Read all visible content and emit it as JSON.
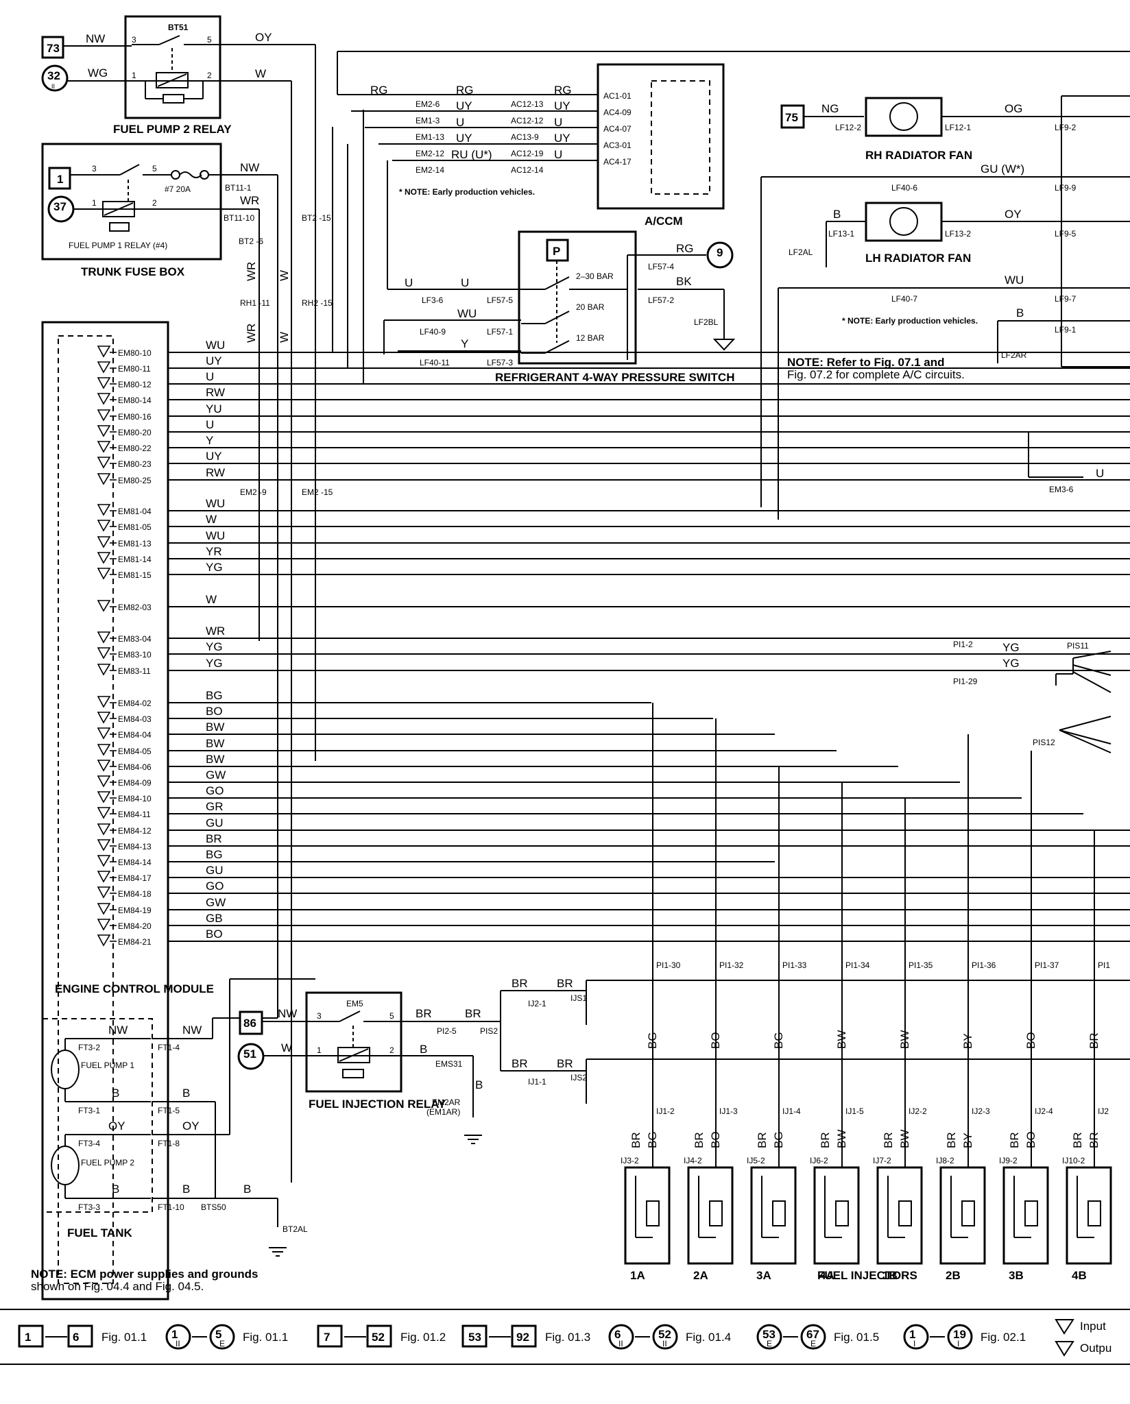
{
  "components": {
    "fp2_relay": {
      "title": "FUEL PUMP 2 RELAY",
      "id": "BT51",
      "pins": [
        "3",
        "5",
        "1",
        "2"
      ]
    },
    "trunk_fuse_box": {
      "title": "TRUNK FUSE BOX",
      "fuse": "#7 20A",
      "relay": "FUEL PUMP 1 RELAY (#4)",
      "pins": [
        "3",
        "5",
        "1",
        "2"
      ]
    },
    "ecm": {
      "title": "ENGINE CONTROL MODULE"
    },
    "accm": {
      "title": "A/CCM"
    },
    "pressure_switch": {
      "title": "REFRIGERANT 4-WAY PRESSURE SWITCH",
      "symbol": "P",
      "bars": [
        "2–30 BAR",
        "20 BAR",
        "12 BAR"
      ]
    },
    "rh_fan": {
      "title": "RH RADIATOR FAN"
    },
    "lh_fan": {
      "title": "LH RADIATOR FAN"
    },
    "fi_relay": {
      "title": "FUEL INJECTION RELAY",
      "id": "EM5",
      "pins": [
        "3",
        "5",
        "1",
        "2"
      ]
    },
    "fuel_tank": {
      "title": "FUEL TANK",
      "pump1": "FUEL PUMP 1",
      "pump2": "FUEL PUMP 2"
    },
    "injectors": {
      "title": "FUEL INJECTORS",
      "labels": [
        "1A",
        "2A",
        "3A",
        "4A",
        "1B",
        "2B",
        "3B",
        "4B"
      ]
    }
  },
  "refs": {
    "r73": "73",
    "r32": "32",
    "r1": "1",
    "r37": "37",
    "r75": "75",
    "r9": "9",
    "r86": "86",
    "r51": "51",
    "roman": "II"
  },
  "ecm_pins": [
    "EM80-10",
    "EM80-11",
    "EM80-12",
    "EM80-14",
    "EM80-16",
    "EM80-20",
    "EM80-22",
    "EM80-23",
    "EM80-25",
    "EM81-04",
    "EM81-05",
    "EM81-13",
    "EM81-14",
    "EM81-15",
    "EM82-03",
    "EM83-04",
    "EM83-10",
    "EM83-11",
    "EM84-02",
    "EM84-03",
    "EM84-04",
    "EM84-05",
    "EM84-06",
    "EM84-09",
    "EM84-10",
    "EM84-11",
    "EM84-12",
    "EM84-13",
    "EM84-14",
    "EM84-17",
    "EM84-18",
    "EM84-19",
    "EM84-20",
    "EM84-21"
  ],
  "ecm_wires": [
    "WU",
    "UY",
    "U",
    "RW",
    "YU",
    "U",
    "Y",
    "UY",
    "RW",
    "WU",
    "W",
    "WU",
    "YR",
    "YG",
    "W",
    "WR",
    "YG",
    "YG",
    "BG",
    "BO",
    "BW",
    "BW",
    "BW",
    "GW",
    "GO",
    "GR",
    "GU",
    "BR",
    "BG",
    "GU",
    "GO",
    "GW",
    "GB",
    "BO"
  ],
  "wire_labels": {
    "nw": "NW",
    "wg": "WG",
    "oy": "OY",
    "w": "W",
    "wr": "WR",
    "rg": "RG",
    "uy": "UY",
    "u": "U",
    "ru": "RU (U*)",
    "gu_w": "GU (W*)",
    "og": "OG",
    "ng": "NG",
    "b": "B",
    "bk": "BK",
    "wu": "WU",
    "y": "Y",
    "yg": "YG",
    "br": "BR"
  },
  "connectors": {
    "bt11_1": "BT11-1",
    "bt11_10": "BT11-10",
    "bt2_6": "BT2 -6",
    "bt2_15": "BT2 -15",
    "rh1_11": "RH1 -11",
    "rh2_15": "RH2 -15",
    "em2_9": "EM2 -9",
    "em2_15": "EM2 -15",
    "em2_6": "EM2-6",
    "em1_3": "EM1-3",
    "em1_13": "EM1-13",
    "em2_12": "EM2-12",
    "em2_14": "EM2-14",
    "ac12_13": "AC12-13",
    "ac12_12": "AC12-12",
    "ac13_9": "AC13-9",
    "ac12_19": "AC12-19",
    "ac12_14": "AC12-14",
    "ac1_01": "AC1-01",
    "ac4_09": "AC4-09",
    "ac4_07": "AC4-07",
    "ac3_01": "AC3-01",
    "ac4_17": "AC4-17",
    "lf3_6": "LF3-6",
    "lf57_5": "LF57-5",
    "lf40_9": "LF40-9",
    "lf57_1": "LF57-1",
    "lf40_11": "LF40-11",
    "lf57_3": "LF57-3",
    "lf57_4": "LF57-4",
    "lf57_2": "LF57-2",
    "lf2bl": "LF2BL",
    "lf12_2": "LF12-2",
    "lf12_1": "LF12-1",
    "lf9_2": "LF9-2",
    "lf40_6": "LF40-6",
    "lf9_9": "LF9-9",
    "lf13_1": "LF13-1",
    "lf13_2": "LF13-2",
    "lf9_5": "LF9-5",
    "lf2al": "LF2AL",
    "lf40_7": "LF40-7",
    "lf9_7": "LF9-7",
    "lf9_1": "LF9-1",
    "lf2ar": "LF2AR",
    "em3_6": "EM3-6",
    "pi1_2": "PI1-2",
    "pi1_29": "PI1-29",
    "pis11": "PIS11",
    "pis12": "PIS12",
    "ft3_2": "FT3-2",
    "ft1_4": "FT1-4",
    "ft3_1": "FT3-1",
    "ft1_5": "FT1-5",
    "ft3_4": "FT3-4",
    "ft1_8": "FT1-8",
    "ft3_3": "FT3-3",
    "ft1_10": "FT1-10",
    "bts50": "BTS50",
    "bt2al": "BT2AL",
    "pi2_5": "PI2-5",
    "pis2": "PIS2",
    "ems31": "EMS31",
    "em2ar": "EM2AR",
    "em1ar": "(EM1AR)",
    "ij2_1": "IJ2-1",
    "ijs1": "IJS1",
    "ij1_1": "IJ1-1",
    "ijs2": "IJS2"
  },
  "pi1_labels": [
    "PI1-30",
    "PI1-32",
    "PI1-33",
    "PI1-34",
    "PI1-35",
    "PI1-36",
    "PI1-37",
    "PI1"
  ],
  "ij_top_labels": [
    "IJ1-2",
    "IJ1-3",
    "IJ1-4",
    "IJ1-5",
    "IJ2-2",
    "IJ2-3",
    "IJ2-4",
    "IJ2"
  ],
  "ij_side_labels": [
    "IJ3-2",
    "IJ4-2",
    "IJ5-2",
    "IJ6-2",
    "IJ7-2",
    "IJ8-2",
    "IJ9-2",
    "IJ10-2"
  ],
  "inj_wires": [
    "BG",
    "BO",
    "BG",
    "BW",
    "BW",
    "BY",
    "BO",
    "BR"
  ],
  "notes": {
    "early": "* NOTE: Early production vehicles.",
    "early2": "* NOTE: Early production vehicles.",
    "ac_note1": "NOTE:  Refer to Fig. 07.1 and",
    "ac_note2": "Fig. 07.2 for complete A/C circuits.",
    "ecm_note1": "NOTE: ECM power supplies and grounds",
    "ecm_note2": "shown on Fig. 04.4 and Fig. 04.5."
  },
  "legend": [
    {
      "a": "1",
      "b": "6",
      "fig": "Fig. 01.1",
      "shape": "box"
    },
    {
      "a": "1",
      "b": "5",
      "fig": "Fig. 01.1",
      "shape": "circle",
      "sa": "II",
      "sb": "E"
    },
    {
      "a": "7",
      "b": "52",
      "fig": "Fig. 01.2",
      "shape": "box"
    },
    {
      "a": "53",
      "b": "92",
      "fig": "Fig. 01.3",
      "shape": "box"
    },
    {
      "a": "6",
      "b": "52",
      "fig": "Fig. 01.4",
      "shape": "circle",
      "sa": "II",
      "sb": "II"
    },
    {
      "a": "53",
      "b": "67",
      "fig": "Fig. 01.5",
      "shape": "circle",
      "sa": "E",
      "sb": "E"
    },
    {
      "a": "1",
      "b": "19",
      "fig": "Fig. 02.1",
      "shape": "circle",
      "sa": "I",
      "sb": "I"
    }
  ],
  "legend_io": {
    "input": "Input",
    "output": "Outpu"
  }
}
